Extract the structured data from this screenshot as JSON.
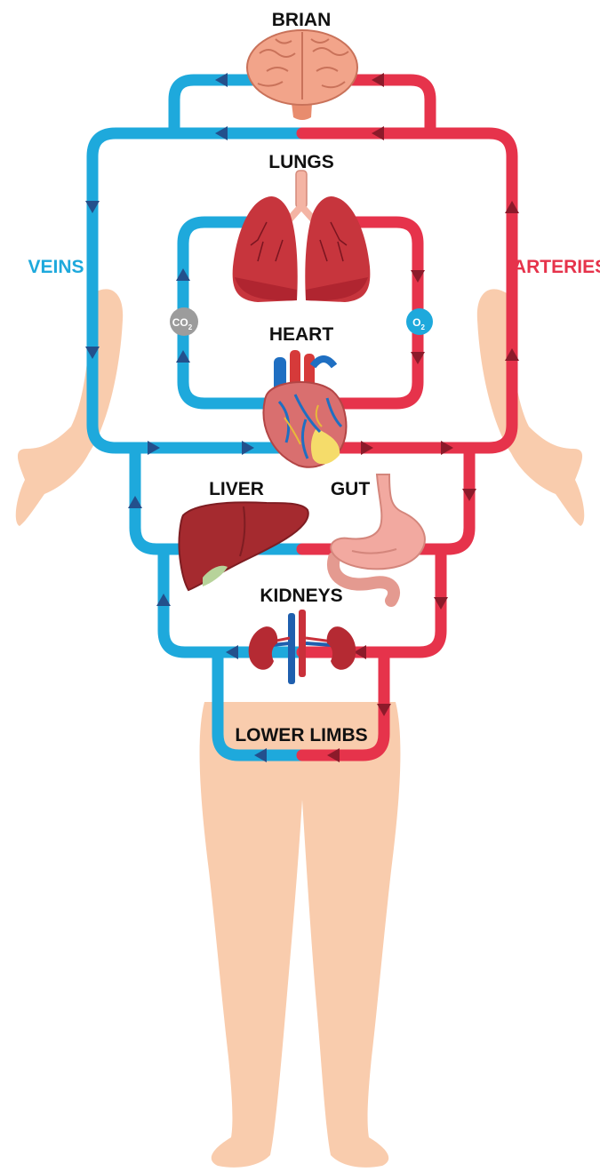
{
  "labels": {
    "brain": "BRIAN",
    "lungs": "LUNGS",
    "heart": "HEART",
    "liver": "LIVER",
    "gut": "GUT",
    "kidneys": "KIDNEYS",
    "lower_limbs": "LOWER LIMBS",
    "veins": "VEINS",
    "arteries": "ARTERIES"
  },
  "gases": {
    "co2_main": "CO",
    "co2_sub": "2",
    "o2_main": "O",
    "o2_sub": "2"
  },
  "colors": {
    "vein": "#1ea9dc",
    "artery": "#e6334b",
    "vein_arrow": "#23508c",
    "artery_arrow": "#8c1a2a",
    "skin": "#f9ccad",
    "organ_red": "#b8303a",
    "brain_pink": "#f2a48a",
    "stomach_pink": "#f2a9a0"
  }
}
